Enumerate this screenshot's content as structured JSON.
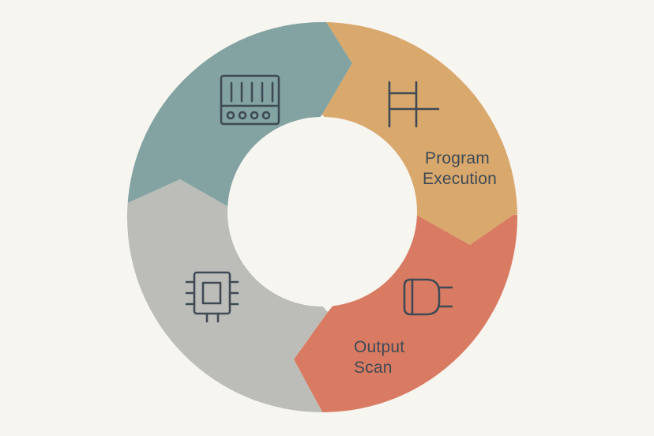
{
  "diagram": {
    "segments": [
      {
        "id": "input-scan",
        "label_lines": [],
        "color": "#82a3a2",
        "icon": "input-module-icon"
      },
      {
        "id": "program-execution",
        "label_lines": [
          "Program",
          "Execution"
        ],
        "color": "#d9a86d",
        "icon": "ladder-logic-icon"
      },
      {
        "id": "output-scan",
        "label_lines": [
          "Output",
          "Scan"
        ],
        "color": "#d97b63",
        "icon": "output-plug-icon"
      },
      {
        "id": "housekeeping",
        "label_lines": [],
        "color": "#bcbdb8",
        "icon": "processor-chip-icon"
      }
    ],
    "center_color": "#f7f5f0",
    "background": "#f7f5f0",
    "text_color": "#3f4a55"
  }
}
